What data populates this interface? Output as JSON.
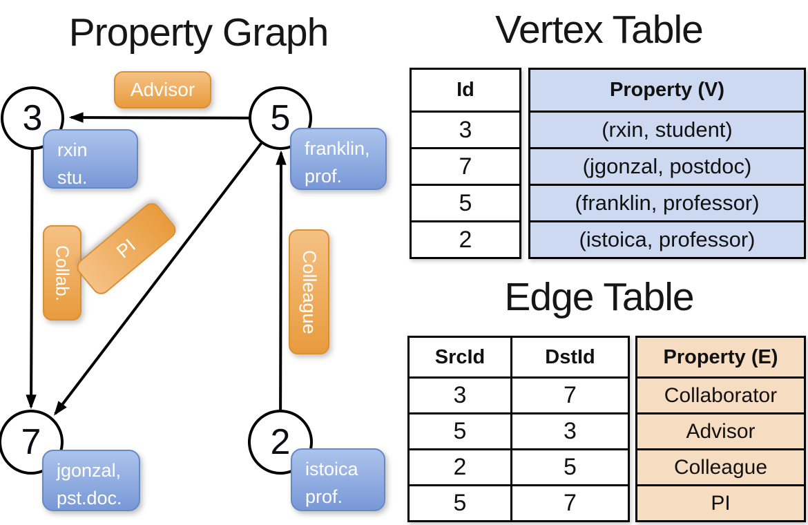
{
  "graph": {
    "title": "Property Graph",
    "nodes": [
      {
        "id": "3",
        "label_lines": [
          "rxin",
          "stu."
        ]
      },
      {
        "id": "5",
        "label_lines": [
          "franklin,",
          "prof."
        ]
      },
      {
        "id": "7",
        "label_lines": [
          "jgonzal,",
          "pst.doc."
        ]
      },
      {
        "id": "2",
        "label_lines": [
          "istoica",
          "prof."
        ]
      }
    ],
    "edge_labels": {
      "advisor": "Advisor",
      "collab": "Collab.",
      "pi": "PI",
      "colleague": "Colleague"
    }
  },
  "vertex_table": {
    "title": "Vertex Table",
    "columns": [
      "Id",
      "Property (V)"
    ],
    "rows": [
      [
        "3",
        "(rxin, student)"
      ],
      [
        "7",
        "(jgonzal, postdoc)"
      ],
      [
        "5",
        "(franklin, professor)"
      ],
      [
        "2",
        "(istoica, professor)"
      ]
    ]
  },
  "edge_table": {
    "title": "Edge Table",
    "columns": [
      "SrcId",
      "DstId",
      "Property (E)"
    ],
    "rows": [
      [
        "3",
        "7",
        "Collaborator"
      ],
      [
        "5",
        "3",
        "Advisor"
      ],
      [
        "2",
        "5",
        "Colleague"
      ],
      [
        "5",
        "7",
        "PI"
      ]
    ]
  },
  "colors": {
    "orange_light": "#F5C185",
    "orange_dark": "#E89B3C",
    "orange_border": "#DB8F33",
    "blue_light": "#ACC3EC",
    "blue_dark": "#7898D6",
    "blue_border": "#6788C7",
    "vertex_cell_bg": "#CDD9F1",
    "edge_cell_bg": "#F6DDC2",
    "edge_line": "#000000",
    "label_text": "#FFFFFF"
  }
}
